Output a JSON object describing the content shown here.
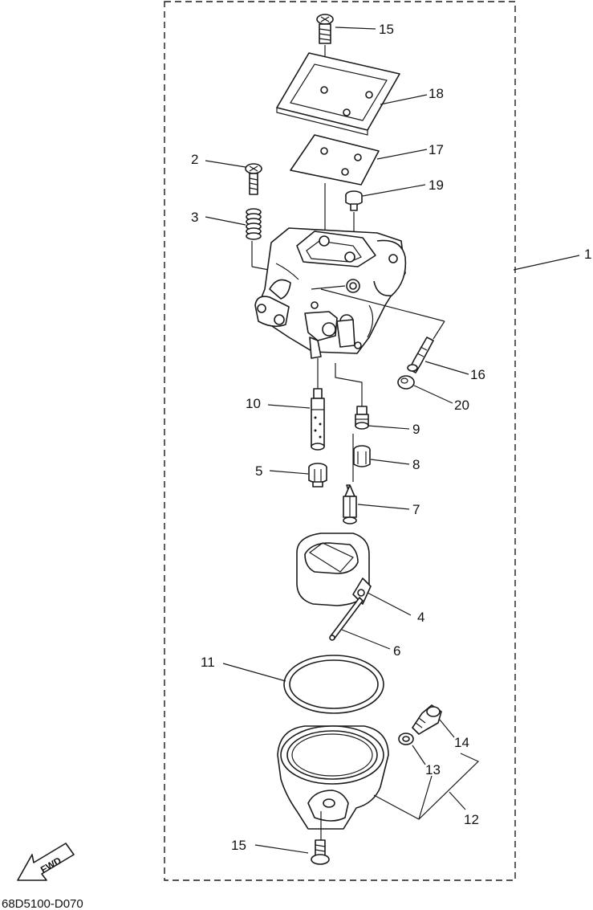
{
  "diagram": {
    "drawing_code": "68D5100-D070",
    "fwd_label": "FWD",
    "callouts": {
      "c1": "1",
      "c2": "2",
      "c3": "3",
      "c4": "4",
      "c5": "5",
      "c6": "6",
      "c7": "7",
      "c8": "8",
      "c9": "9",
      "c10": "10",
      "c11": "11",
      "c12": "12",
      "c13": "13",
      "c14": "14",
      "c15_top": "15",
      "c15_bottom": "15",
      "c16": "16",
      "c17": "17",
      "c18": "18",
      "c19": "19",
      "c20": "20"
    }
  }
}
